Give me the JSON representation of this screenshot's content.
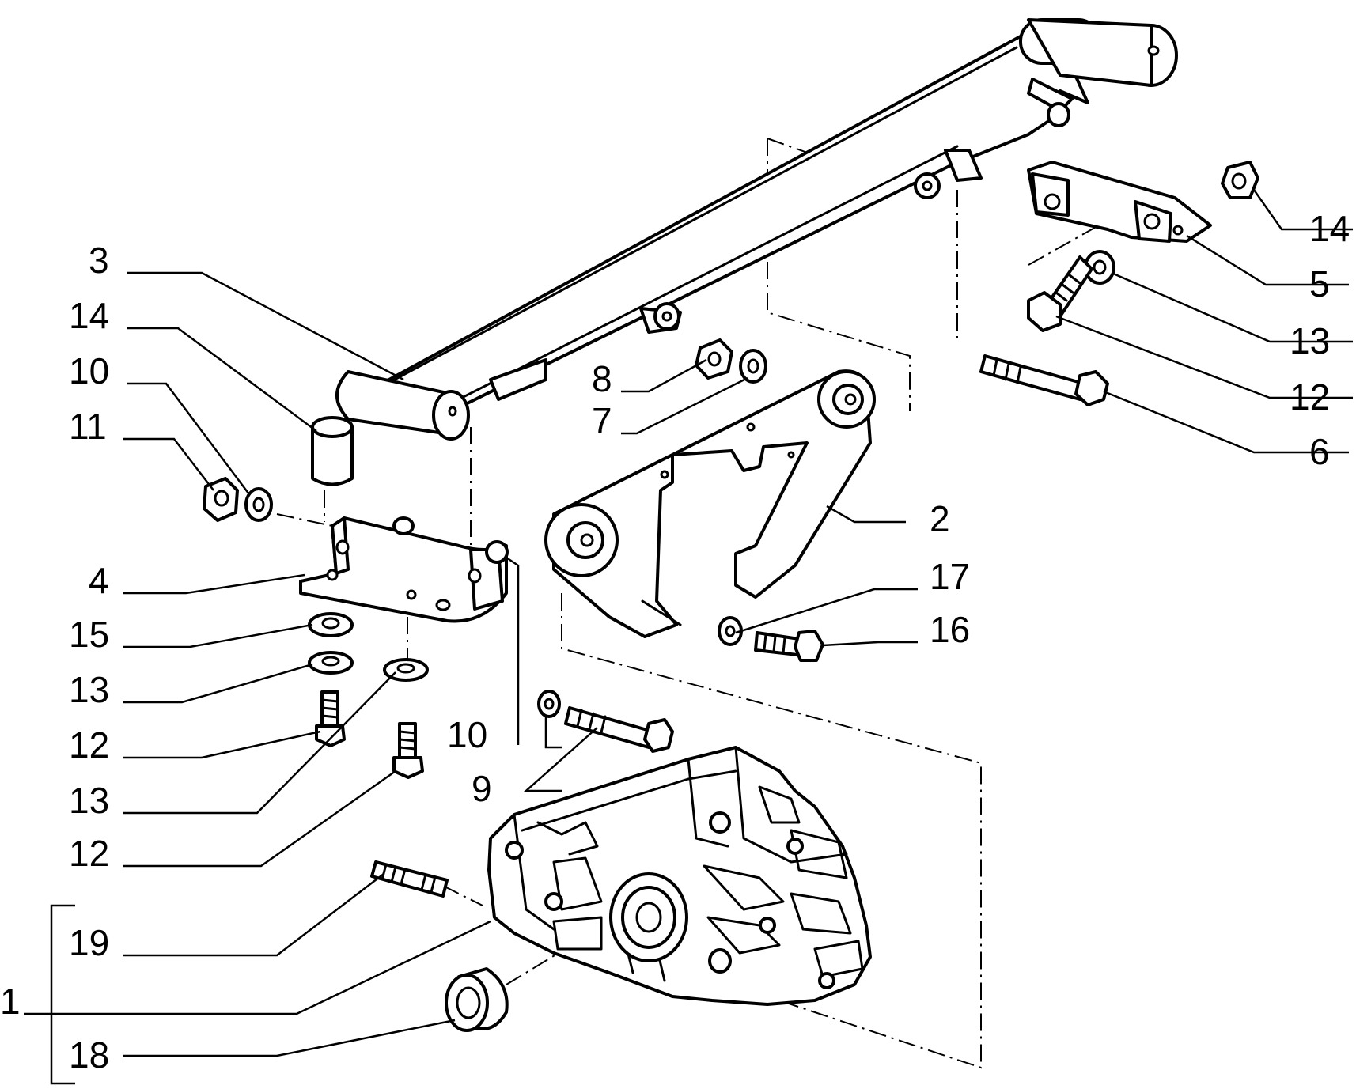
{
  "callouts": {
    "c1": "1",
    "c2": "2",
    "c3": "3",
    "c4": "4",
    "c5": "5",
    "c6": "6",
    "c7": "7",
    "c8": "8",
    "c9": "9",
    "c10a": "10",
    "c10b": "10",
    "c11": "11",
    "c12a": "12",
    "c12b": "12",
    "c12c": "12",
    "c13a": "13",
    "c13b": "13",
    "c13c": "13",
    "c14a": "14",
    "c14b": "14",
    "c15": "15",
    "c16": "16",
    "c17": "17",
    "c18": "18",
    "c19": "19"
  },
  "colors": {
    "line": "#000000",
    "background": "#ffffff"
  }
}
